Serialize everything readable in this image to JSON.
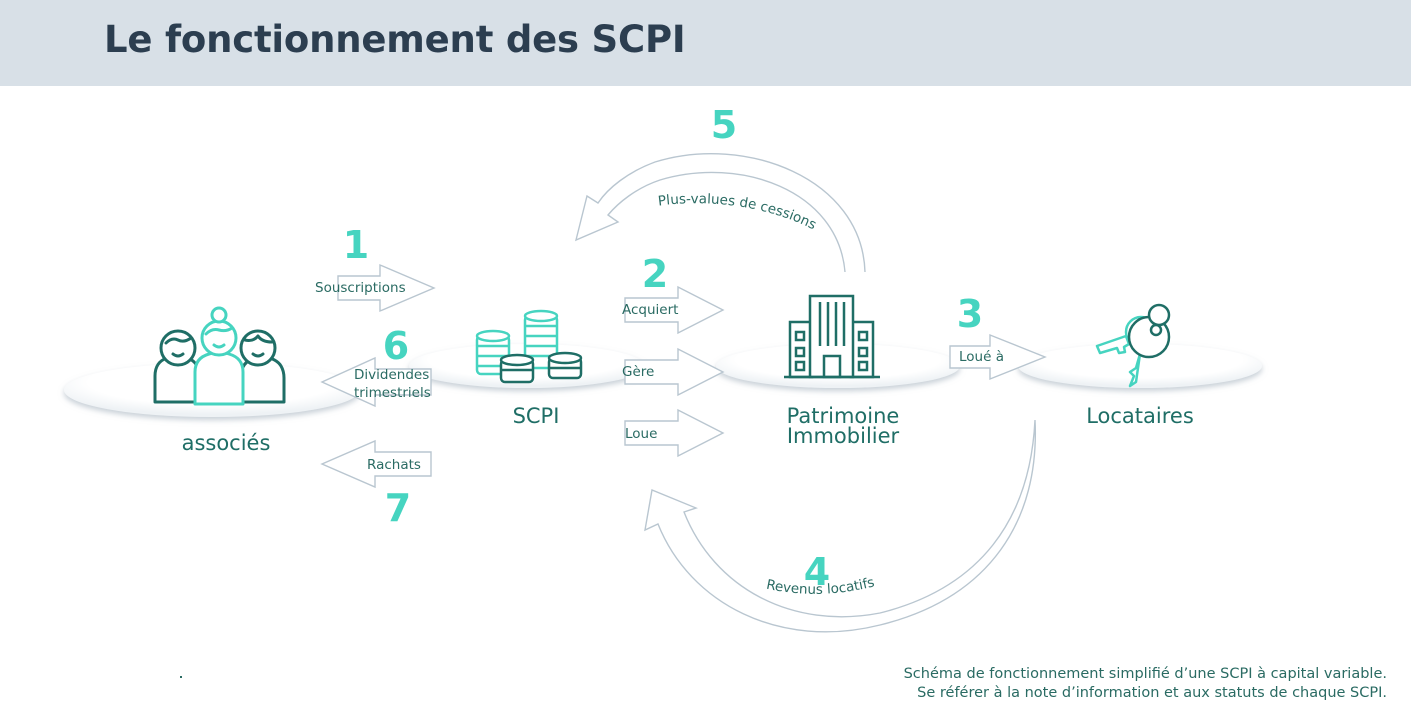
{
  "title": "Le fonctionnement des SCPI",
  "nodes": {
    "associes": "associés",
    "scpi": "SCPI",
    "patrimoine_line1": "Patrimoine",
    "patrimoine_line2": "Immobilier",
    "locataires": "Locataires"
  },
  "steps": {
    "s1": "1",
    "s2": "2",
    "s3": "3",
    "s4": "4",
    "s5": "5",
    "s6": "6",
    "s7": "7"
  },
  "arrows": {
    "souscriptions": "Souscriptions",
    "dividendes_line1": "Dividendes",
    "dividendes_line2": "trimestriels",
    "rachats": "Rachats",
    "acquiert": "Acquiert",
    "gere": "Gère",
    "loue": "Loue",
    "loue_a": "Loué à",
    "plus_values": "Plus-values de cessions",
    "revenus": "Revenus locatifs"
  },
  "footnote": {
    "line1": "Schéma de fonctionnement simplifié  d’une SCPI à capital variable.",
    "line2": "Se référer à la note d’information et aux statuts de chaque SCPI."
  },
  "colors": {
    "header_bg": "#d8e0e7",
    "title": "#2c3e50",
    "accent_teal": "#46d4c0",
    "dark_teal": "#1f6e66",
    "arrow_outline": "#b9c6d0"
  }
}
